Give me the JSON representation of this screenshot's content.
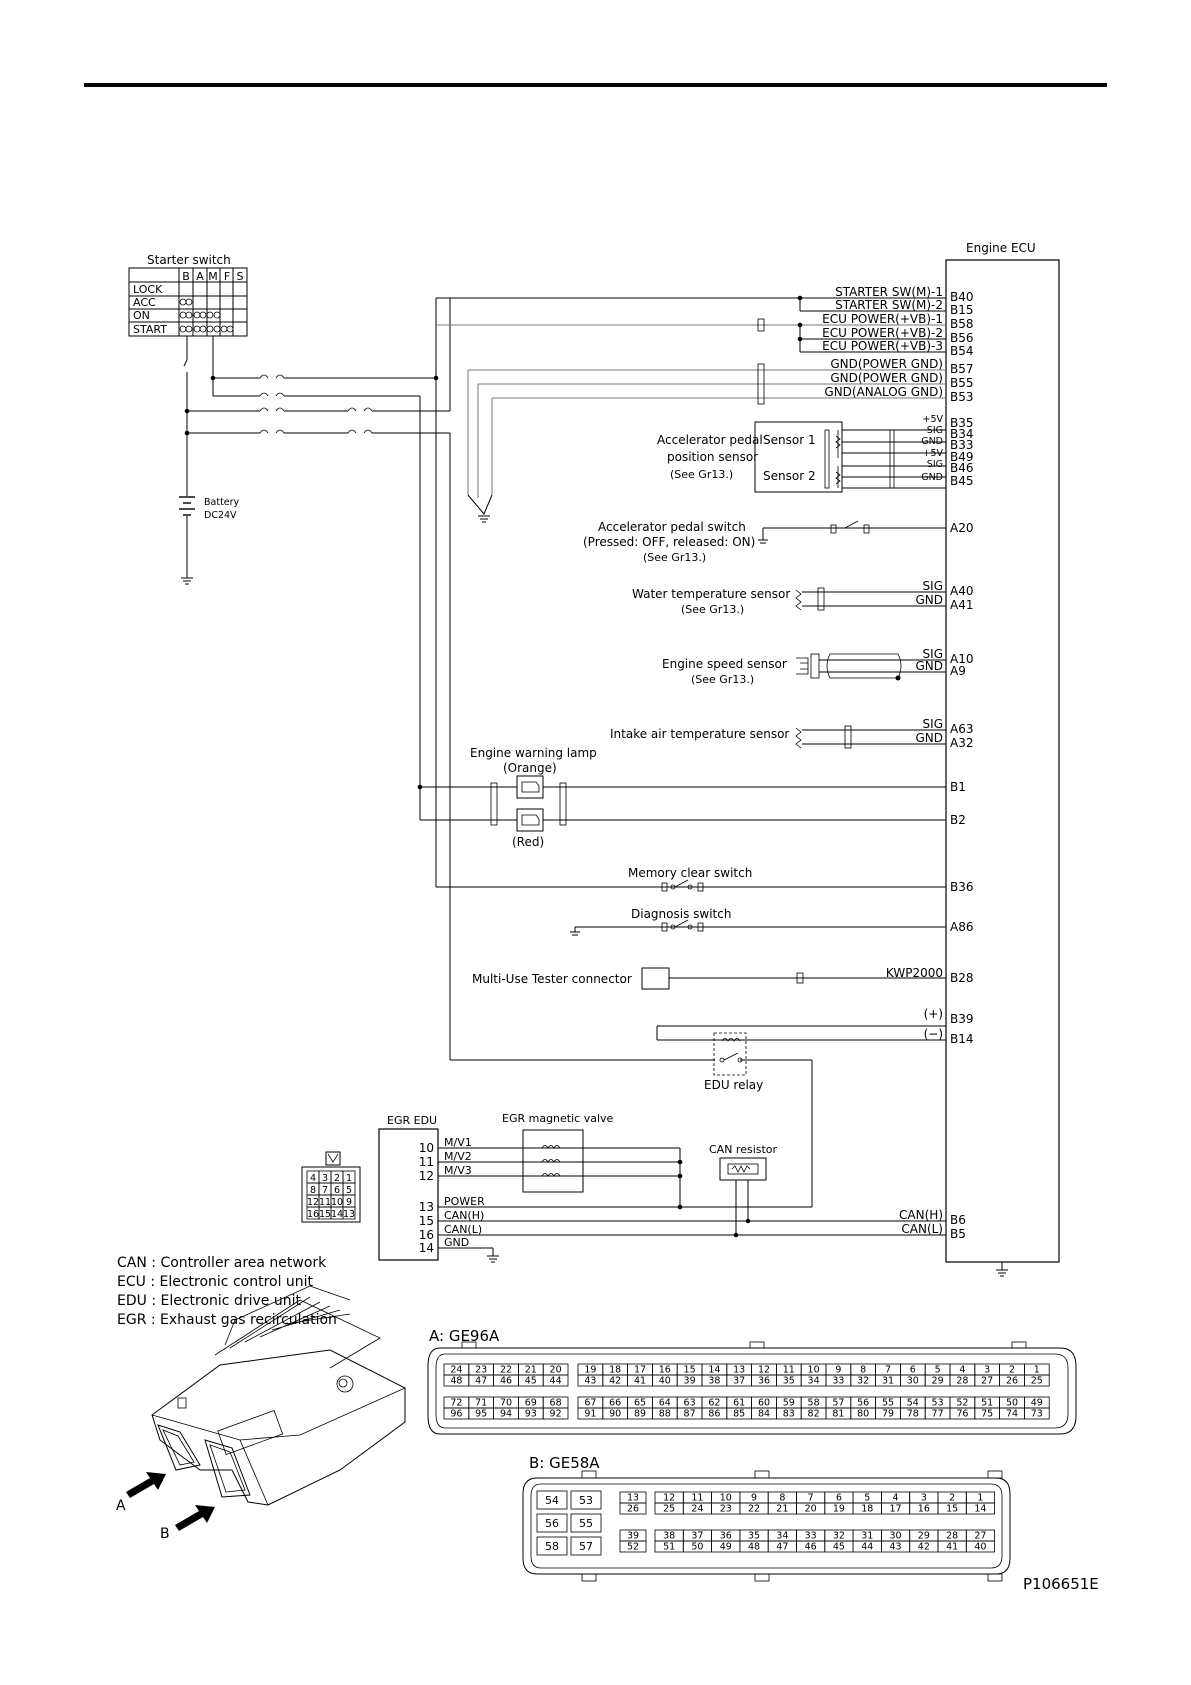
{
  "ecu": {
    "title": "Engine ECU",
    "pins": [
      {
        "signal": "STARTER SW(M)-1",
        "pin": "B40"
      },
      {
        "signal": "STARTER SW(M)-2",
        "pin": "B15"
      },
      {
        "signal": "ECU POWER(+VB)-1",
        "pin": "B58"
      },
      {
        "signal": "ECU POWER(+VB)-2",
        "pin": "B56"
      },
      {
        "signal": "ECU POWER(+VB)-3",
        "pin": "B54"
      },
      {
        "signal": "GND(POWER GND)",
        "pin": "B57"
      },
      {
        "signal": "GND(POWER GND)",
        "pin": "B55"
      },
      {
        "signal": "GND(ANALOG GND)",
        "pin": "B53"
      },
      {
        "signal": "+5V",
        "pin": "B35"
      },
      {
        "signal": "SIG",
        "pin": "B34"
      },
      {
        "signal": "GND",
        "pin": "B33"
      },
      {
        "signal": "+5V",
        "pin": "B49"
      },
      {
        "signal": "SIG",
        "pin": "B46"
      },
      {
        "signal": "GND",
        "pin": "B45"
      },
      {
        "signal": "",
        "pin": "A20"
      },
      {
        "signal": "SIG",
        "pin": "A40"
      },
      {
        "signal": "GND",
        "pin": "A41"
      },
      {
        "signal": "SIG",
        "pin": "A10"
      },
      {
        "signal": "GND",
        "pin": "A9"
      },
      {
        "signal": "SIG",
        "pin": "A63"
      },
      {
        "signal": "GND",
        "pin": "A32"
      },
      {
        "signal": "",
        "pin": "B1"
      },
      {
        "signal": "",
        "pin": "B2"
      },
      {
        "signal": "",
        "pin": "B36"
      },
      {
        "signal": "",
        "pin": "A86"
      },
      {
        "signal": "KWP2000",
        "pin": "B28"
      },
      {
        "signal": "(+)",
        "pin": "B39"
      },
      {
        "signal": "(−)",
        "pin": "B14"
      },
      {
        "signal": "CAN(H)",
        "pin": "B6"
      },
      {
        "signal": "CAN(L)",
        "pin": "B5"
      }
    ]
  },
  "starter": {
    "title": "Starter switch",
    "cols": [
      "B",
      "A",
      "M",
      "F",
      "S"
    ],
    "rows": [
      "LOCK",
      "ACC",
      "ON",
      "START"
    ]
  },
  "battery": {
    "line1": "Battery",
    "line2": "DC24V"
  },
  "components": {
    "accel_sensor": {
      "l1": "Accelerator pedal",
      "l2": "position sensor",
      "l3": "(See Gr13.)",
      "s1": "Sensor 1",
      "s2": "Sensor 2"
    },
    "accel_switch": {
      "l1": "Accelerator pedal switch",
      "l2": "(Pressed: OFF, released: ON)",
      "l3": "(See Gr13.)"
    },
    "water": {
      "l1": "Water temperature sensor",
      "l2": "(See Gr13.)"
    },
    "speed": {
      "l1": "Engine speed sensor",
      "l2": "(See Gr13.)"
    },
    "intake": {
      "l1": "Intake air temperature sensor"
    },
    "lamp": {
      "l1": "Engine warning lamp",
      "l2": "(Orange)",
      "l3": "(Red)"
    },
    "memory": {
      "l1": "Memory clear switch"
    },
    "diag": {
      "l1": "Diagnosis switch"
    },
    "tester": {
      "l1": "Multi-Use Tester connector"
    },
    "edu_relay": {
      "l1": "EDU relay"
    },
    "egr_edu": {
      "title": "EGR EDU",
      "pins": [
        {
          "n": "10",
          "s": "M/V1"
        },
        {
          "n": "11",
          "s": "M/V2"
        },
        {
          "n": "12",
          "s": "M/V3"
        },
        {
          "n": "13",
          "s": "POWER"
        },
        {
          "n": "15",
          "s": "CAN(H)"
        },
        {
          "n": "16",
          "s": "CAN(L)"
        },
        {
          "n": "14",
          "s": "GND"
        }
      ]
    },
    "egr_valve": {
      "l1": "EGR magnetic valve"
    },
    "can_res": {
      "l1": "CAN resistor"
    }
  },
  "edu_connector": {
    "rows": [
      [
        "4",
        "3",
        "2",
        "1"
      ],
      [
        "8",
        "7",
        "6",
        "5"
      ],
      [
        "12",
        "11",
        "10",
        "9"
      ],
      [
        "16",
        "15",
        "14",
        "13"
      ]
    ]
  },
  "legend": [
    "CAN : Controller area network",
    "ECU : Electronic control unit",
    "EDU : Electronic drive unit",
    "EGR : Exhaust gas recirculation"
  ],
  "conn_a": {
    "title": "A: GE96A",
    "g1_r1": [
      "24",
      "23",
      "22",
      "21",
      "20"
    ],
    "g1_r2": [
      "48",
      "47",
      "46",
      "45",
      "44"
    ],
    "g1_r3": [
      "72",
      "71",
      "70",
      "69",
      "68"
    ],
    "g1_r4": [
      "96",
      "95",
      "94",
      "93",
      "92"
    ],
    "g2_r1": [
      "19",
      "18",
      "17",
      "16",
      "15",
      "14",
      "13",
      "12",
      "11",
      "10",
      "9",
      "8",
      "7",
      "6",
      "5",
      "4",
      "3",
      "2",
      "1"
    ],
    "g2_r2": [
      "43",
      "42",
      "41",
      "40",
      "39",
      "38",
      "37",
      "36",
      "35",
      "34",
      "33",
      "32",
      "31",
      "30",
      "29",
      "28",
      "27",
      "26",
      "25"
    ],
    "g2_r3": [
      "67",
      "66",
      "65",
      "64",
      "63",
      "62",
      "61",
      "60",
      "59",
      "58",
      "57",
      "56",
      "55",
      "54",
      "53",
      "52",
      "51",
      "50",
      "49"
    ],
    "g2_r4": [
      "91",
      "90",
      "89",
      "88",
      "87",
      "86",
      "85",
      "84",
      "83",
      "82",
      "81",
      "80",
      "79",
      "78",
      "77",
      "76",
      "75",
      "74",
      "73"
    ]
  },
  "conn_b": {
    "title": "B: GE58A",
    "big": [
      [
        "54",
        "53"
      ],
      [
        "56",
        "55"
      ],
      [
        "58",
        "57"
      ]
    ],
    "c13": [
      "13",
      "26",
      "39",
      "52"
    ],
    "r1": [
      "12",
      "11",
      "10",
      "9",
      "8",
      "7",
      "6",
      "5",
      "4",
      "3",
      "2",
      "1"
    ],
    "r2": [
      "25",
      "24",
      "23",
      "22",
      "21",
      "20",
      "19",
      "18",
      "17",
      "16",
      "15",
      "14"
    ],
    "r3": [
      "38",
      "37",
      "36",
      "35",
      "34",
      "33",
      "32",
      "31",
      "30",
      "29",
      "28",
      "27"
    ],
    "r4": [
      "51",
      "50",
      "49",
      "48",
      "47",
      "46",
      "45",
      "44",
      "43",
      "42",
      "41",
      "40"
    ]
  },
  "ecu_labels": {
    "a": "A",
    "b": "B"
  },
  "fig_id": "P106651E"
}
